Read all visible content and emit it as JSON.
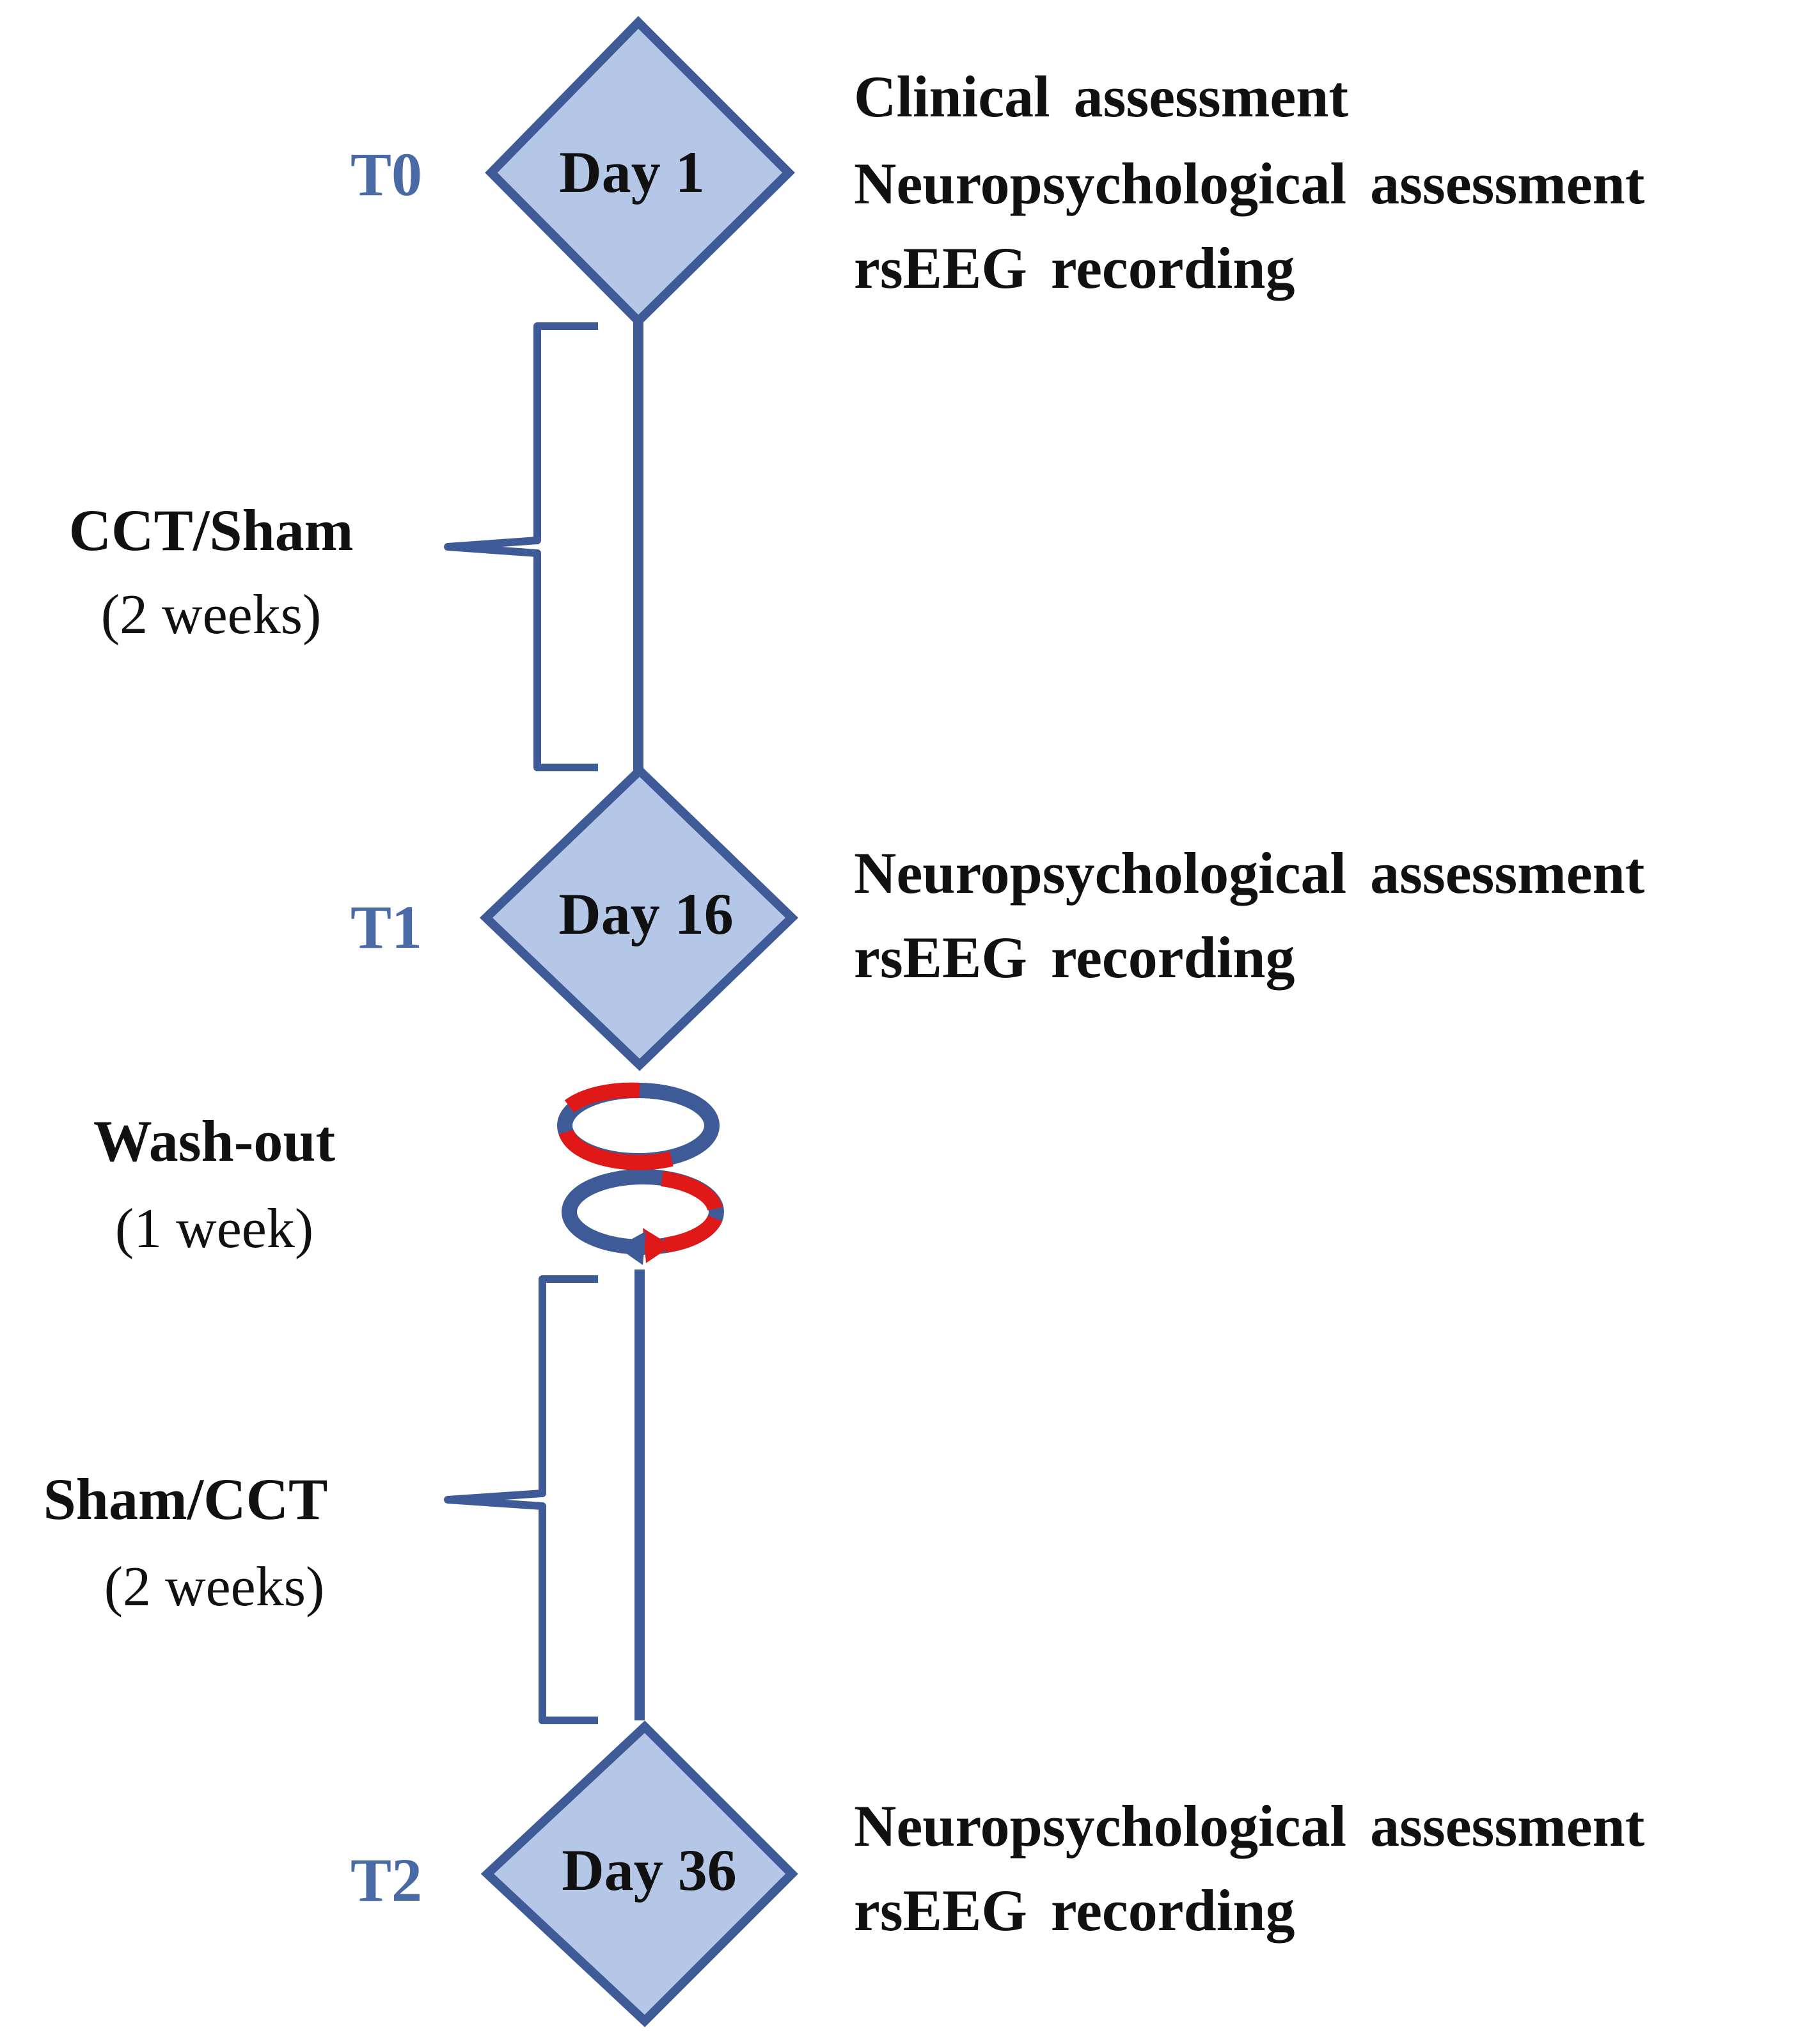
{
  "timepoints": [
    {
      "label": "T0",
      "day": "Day 1",
      "descriptions": [
        "Clinical  assessment",
        "Neuropsychological  assessment",
        "rsEEG  recording"
      ]
    },
    {
      "label": "T1",
      "day": "Day 16",
      "descriptions": [
        "Neuropsychological  assessment",
        "rsEEG  recording"
      ]
    },
    {
      "label": "T2",
      "day": "Day 36",
      "descriptions": [
        "Neuropsychological  assessment",
        "rsEEG  recording"
      ]
    }
  ],
  "phases": [
    {
      "name": "CCT/Sham",
      "duration": "(2 weeks)"
    },
    {
      "name": "Wash-out",
      "duration": "(1 week)"
    },
    {
      "name": "Sham/CCT",
      "duration": "(2 weeks)"
    }
  ],
  "colors": {
    "diamond_fill": "#b4c7e7",
    "diamond_stroke": "#3e5b97",
    "timeline": "#3e5b97",
    "timepoint_label": "#4a6aa5",
    "crossover_red": "#e01818",
    "crossover_blue": "#3e5b97"
  },
  "icons": [
    "crossover-arrows-icon"
  ]
}
